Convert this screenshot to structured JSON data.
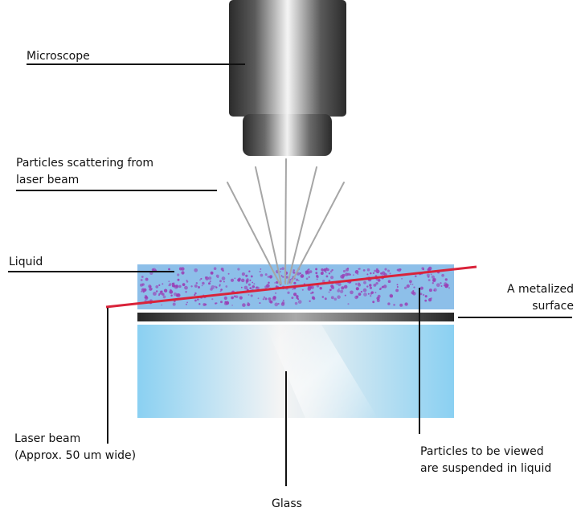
{
  "labels": {
    "microscope": "Microscope",
    "scatter_1": "Particles scattering from",
    "scatter_2": "laser beam",
    "liquid": "Liquid",
    "metal_1": "A metalized",
    "metal_2": "surface",
    "laser_1": "Laser beam",
    "laser_2": "(Approx. 50 um wide)",
    "particles_1": "Particles to be viewed",
    "particles_2": "are suspended in liquid",
    "glass": "Glass"
  },
  "colors": {
    "liquid": "#8dbfe9",
    "particles": "#9a3fb5",
    "laser": "#d9233a",
    "glass_edge": "#8ad0f2",
    "glass_center": "#f4f4f4",
    "metal_dark": "#262626",
    "metal_light": "#a8a8a8",
    "scatter_rays": "#a6a6a6",
    "leader_lines": "#111111"
  }
}
